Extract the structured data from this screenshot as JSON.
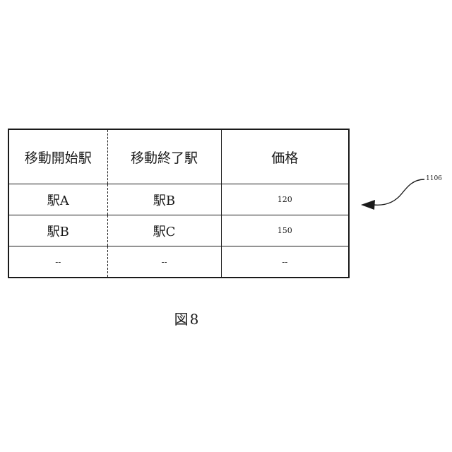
{
  "table": {
    "headers": [
      "移動開始駅",
      "移動終了駅",
      "価格"
    ],
    "rows": [
      [
        "駅A",
        "駅B",
        "120"
      ],
      [
        "駅B",
        "駅C",
        "150"
      ],
      [
        "--",
        "--",
        "--"
      ]
    ]
  },
  "reference_label": "1106",
  "caption": "図8"
}
